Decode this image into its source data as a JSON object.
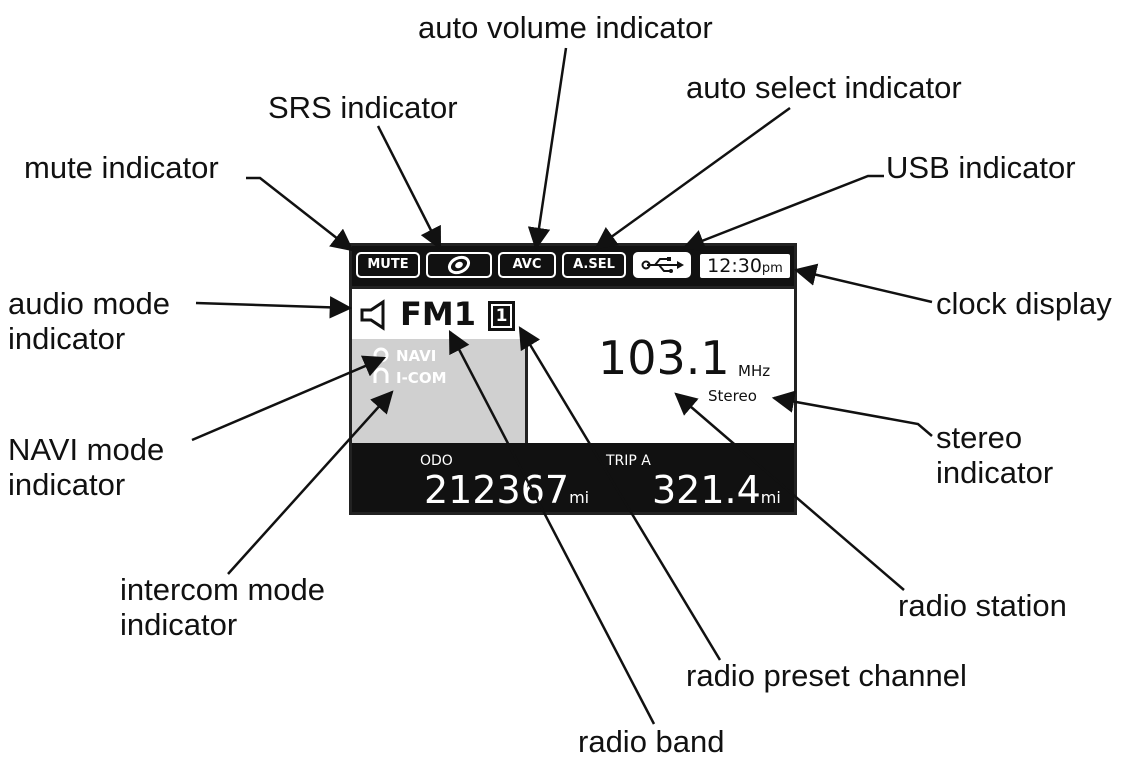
{
  "callouts": {
    "auto_volume": "auto volume indicator",
    "srs": "SRS indicator",
    "auto_select": "auto select indicator",
    "mute": "mute indicator",
    "usb": "USB indicator",
    "audio_mode": [
      "audio mode",
      "indicator"
    ],
    "clock": "clock display",
    "navi_mode": [
      "NAVI mode",
      "indicator"
    ],
    "stereo": [
      "stereo",
      "indicator"
    ],
    "intercom_mode": [
      "intercom mode",
      "indicator"
    ],
    "radio_station": "radio station",
    "radio_preset": "radio preset channel",
    "radio_band": "radio band"
  },
  "display": {
    "status": {
      "mute": "MUTE",
      "avc": "AVC",
      "asel": "A.SEL",
      "clock_time": "12:30",
      "clock_ampm": "pm"
    },
    "band": "FM1",
    "preset": "1",
    "navi": "NAVI",
    "icom": "I-COM",
    "frequency": "103.1",
    "frequency_unit": "MHz",
    "stereo": "Stereo",
    "odo_label": "ODO",
    "odo_value": "212367",
    "odo_unit": "mi",
    "trip_label": "TRIP A",
    "trip_value": "321.4",
    "trip_unit": "mi"
  }
}
